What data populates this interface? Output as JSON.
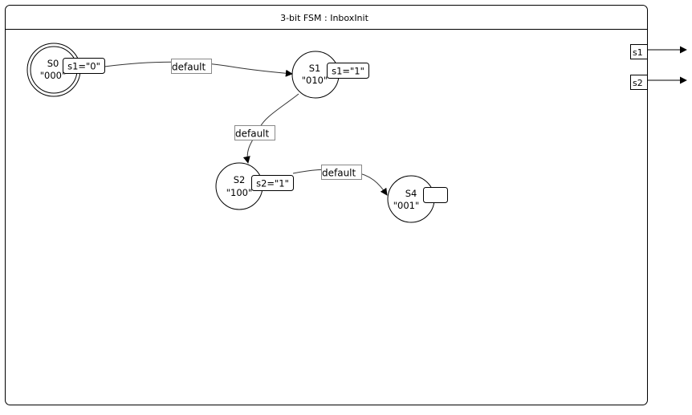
{
  "diagram": {
    "title": "3-bit FSM : InboxInit",
    "states": [
      {
        "name": "S0",
        "code": "\"000\"",
        "output": "s1=\"0\"",
        "initial": true
      },
      {
        "name": "S1",
        "code": "\"010\"",
        "output": "s1=\"1\"",
        "initial": false
      },
      {
        "name": "S2",
        "code": "\"100\"",
        "output": "s2=\"1\"",
        "initial": false
      },
      {
        "name": "S4",
        "code": "\"001\"",
        "output": "",
        "initial": false
      }
    ],
    "transitions": [
      {
        "from": "S0",
        "to": "S1",
        "label": "default"
      },
      {
        "from": "S1",
        "to": "S2",
        "label": "default"
      },
      {
        "from": "S2",
        "to": "S4",
        "label": "default"
      }
    ],
    "ports": [
      {
        "name": "s1",
        "direction": "out"
      },
      {
        "name": "s2",
        "direction": "out"
      }
    ]
  }
}
